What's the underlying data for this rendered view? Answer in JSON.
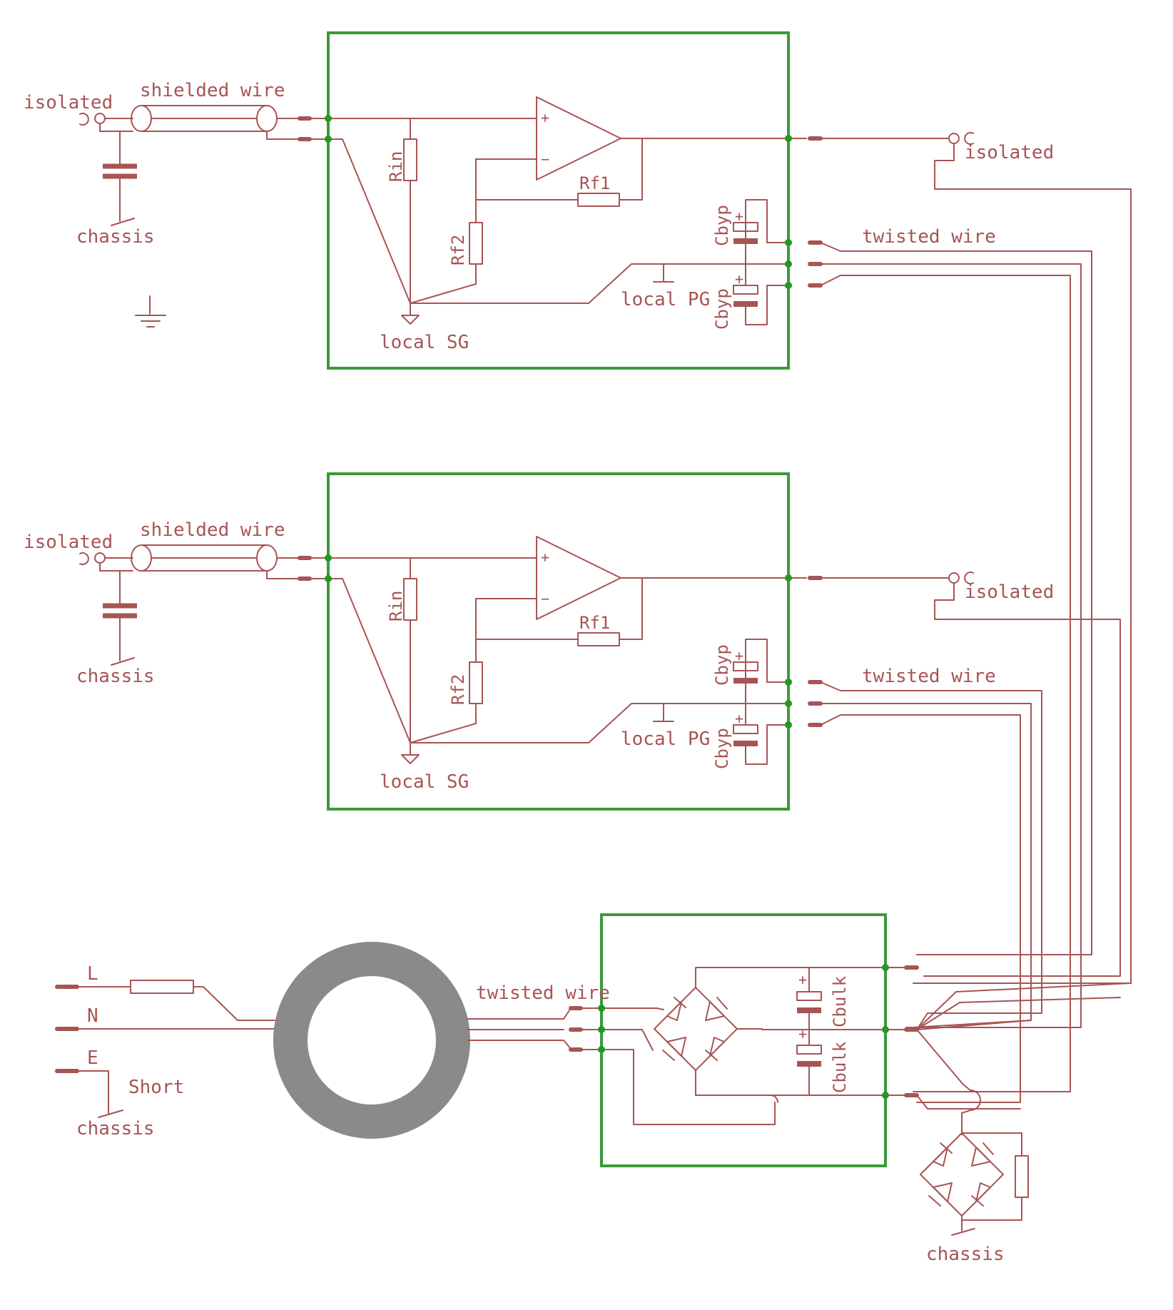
{
  "colors": {
    "wire": "#a85454",
    "module_border": "#3a9a3a",
    "junction": "#1f9a1f",
    "toroid": "#8a8a8a"
  },
  "channels": [
    {
      "input_label": "isolated",
      "cable_label": "shielded wire",
      "chassis_label": "chassis",
      "rin": "Rin",
      "rf1": "Rf1",
      "rf2": "Rf2",
      "cbyp_top": "Cbyp",
      "cbyp_bottom": "Cbyp",
      "local_pg": "local PG",
      "local_sg": "local SG",
      "output_label": "isolated",
      "twisted_label": "twisted wire",
      "plus": "+",
      "minus": "−"
    },
    {
      "input_label": "isolated",
      "cable_label": "shielded wire",
      "chassis_label": "chassis",
      "rin": "Rin",
      "rf1": "Rf1",
      "rf2": "Rf2",
      "cbyp_top": "Cbyp",
      "cbyp_bottom": "Cbyp",
      "local_pg": "local PG",
      "local_sg": "local SG",
      "output_label": "isolated",
      "twisted_label": "twisted wire",
      "plus": "+",
      "minus": "−"
    }
  ],
  "power": {
    "mains_l": "L",
    "mains_n": "N",
    "mains_e": "E",
    "short_label": "Short",
    "chassis_label": "chassis",
    "twisted_label": "twisted wire",
    "cbulk_top": "Cbulk",
    "cbulk_bottom": "Cbulk",
    "bridge_chassis_label": "chassis"
  }
}
